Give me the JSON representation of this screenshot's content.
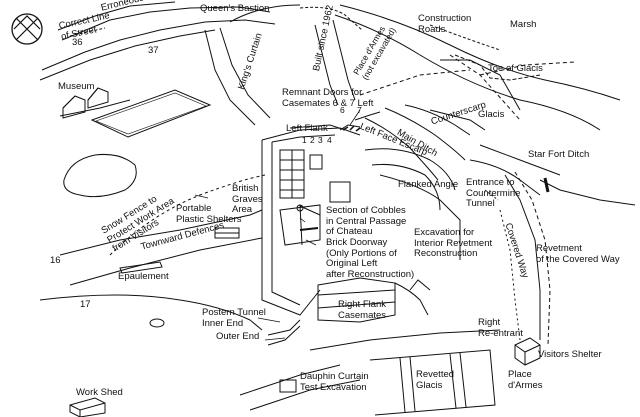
{
  "labels": {
    "queens_bastion": "Queen's Bastion",
    "erroneous_street": "Erroneous Street",
    "correct_line": "Correct Line\nof Street",
    "built_since": "Built since 1962",
    "construction_roads": "Construction\nRoads",
    "marsh": "Marsh",
    "place_darmes_top": "Place d'Armes\n(not excavated)",
    "kings_curtain": "King's Curtain",
    "toe_of_glacis": "Toe of Glacis",
    "museum": "Museum",
    "remnant_doors": "Remnant Doors for\nCasemates 6 & 7 Left",
    "glacis": "Glacis",
    "counterscarp": "Counterscarp",
    "main_ditch": "Main Ditch",
    "left_flank": "Left Flank",
    "left_face_escarp": "Left Face Escarp",
    "star_fort_ditch": "Star Fort Ditch",
    "flanked_angle": "Flanked Angle",
    "british_graves": "British\nGraves\nArea",
    "portable_shelters": "Portable\nPlastic Shelters",
    "snow_fence": "Snow Fence to\nProtect Work Area\nfrom Visitors",
    "townward_defences": "Townward Defences",
    "section_cobbles": "Section of Cobbles\nin Central Passage\nof Chateau",
    "entrance_countermine": "Entrance to\nCountermine\nTunnel",
    "excavation_interior": "Excavation for\nInterior Revetment\nReconstruction",
    "brick_doorway": "Brick Doorway\n(Only Portions of\nOriginal Left\nafter Reconstruction)",
    "covered_way": "Covered Way",
    "revetment_covered": "Revetment\nof the Covered Way",
    "epaulement": "Epaulement",
    "right_flank": "Right Flank\nCasemates",
    "postern_tunnel": "Postern Tunnel\nInner End",
    "outer_end": "Outer End",
    "right_reentrant": "Right\nRe-entrant",
    "visitors_shelter": "Visitors Shelter",
    "place_darmes_bottom": "Place\nd'Armes",
    "revetted_glacis": "Revetted\nGlacis",
    "dauphin_curtain": "Dauphin Curtain\nTest Excavation",
    "work_shed": "Work Shed"
  },
  "numbers": {
    "n36": "36",
    "n37": "37",
    "n16": "16",
    "n17": "17",
    "n6": "6",
    "n7": "7",
    "n1": "1",
    "n2": "2",
    "n3": "3",
    "n4": "4"
  }
}
